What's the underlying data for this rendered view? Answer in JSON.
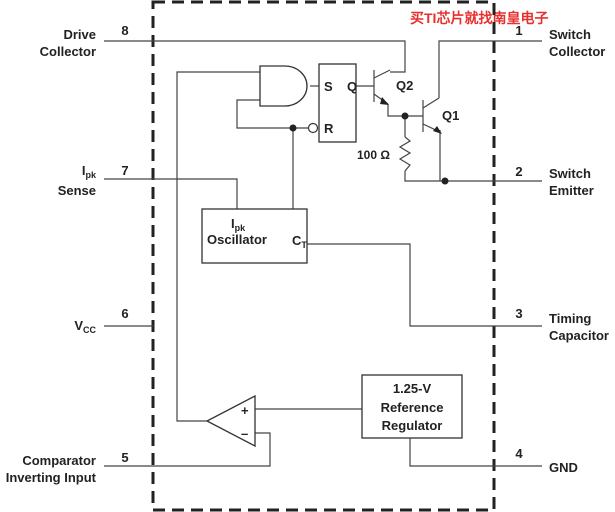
{
  "watermark": "买TI芯片就找南皇电子",
  "pins": {
    "p8": {
      "number": "8",
      "line1": "Drive",
      "line2": "Collector"
    },
    "p7": {
      "number": "7",
      "main": "I",
      "sub": "pk",
      "line2": "Sense"
    },
    "p6": {
      "number": "6",
      "main": "V",
      "sub": "CC"
    },
    "p5": {
      "number": "5",
      "line1": "Comparator",
      "line2": "Inverting Input"
    },
    "p1": {
      "number": "1",
      "line1": "Switch",
      "line2": "Collector"
    },
    "p2": {
      "number": "2",
      "line1": "Switch",
      "line2": "Emitter"
    },
    "p3": {
      "number": "3",
      "line1": "Timing",
      "line2": "Capacitor"
    },
    "p4": {
      "number": "4",
      "line1": "GND"
    }
  },
  "blocks": {
    "latch": {
      "s": "S",
      "q": "Q",
      "r": "R"
    },
    "oscillator": {
      "ipk_main": "I",
      "ipk_sub": "pk",
      "line2": "Oscillator",
      "ct_main": "C",
      "ct_sub": "T"
    },
    "reference": {
      "line1": "1.25-V",
      "line2": "Reference",
      "line3": "Regulator"
    },
    "comparator": {
      "plus": "+",
      "minus": "–"
    }
  },
  "components": {
    "q1": "Q1",
    "q2": "Q2",
    "resistor": "100 Ω"
  }
}
